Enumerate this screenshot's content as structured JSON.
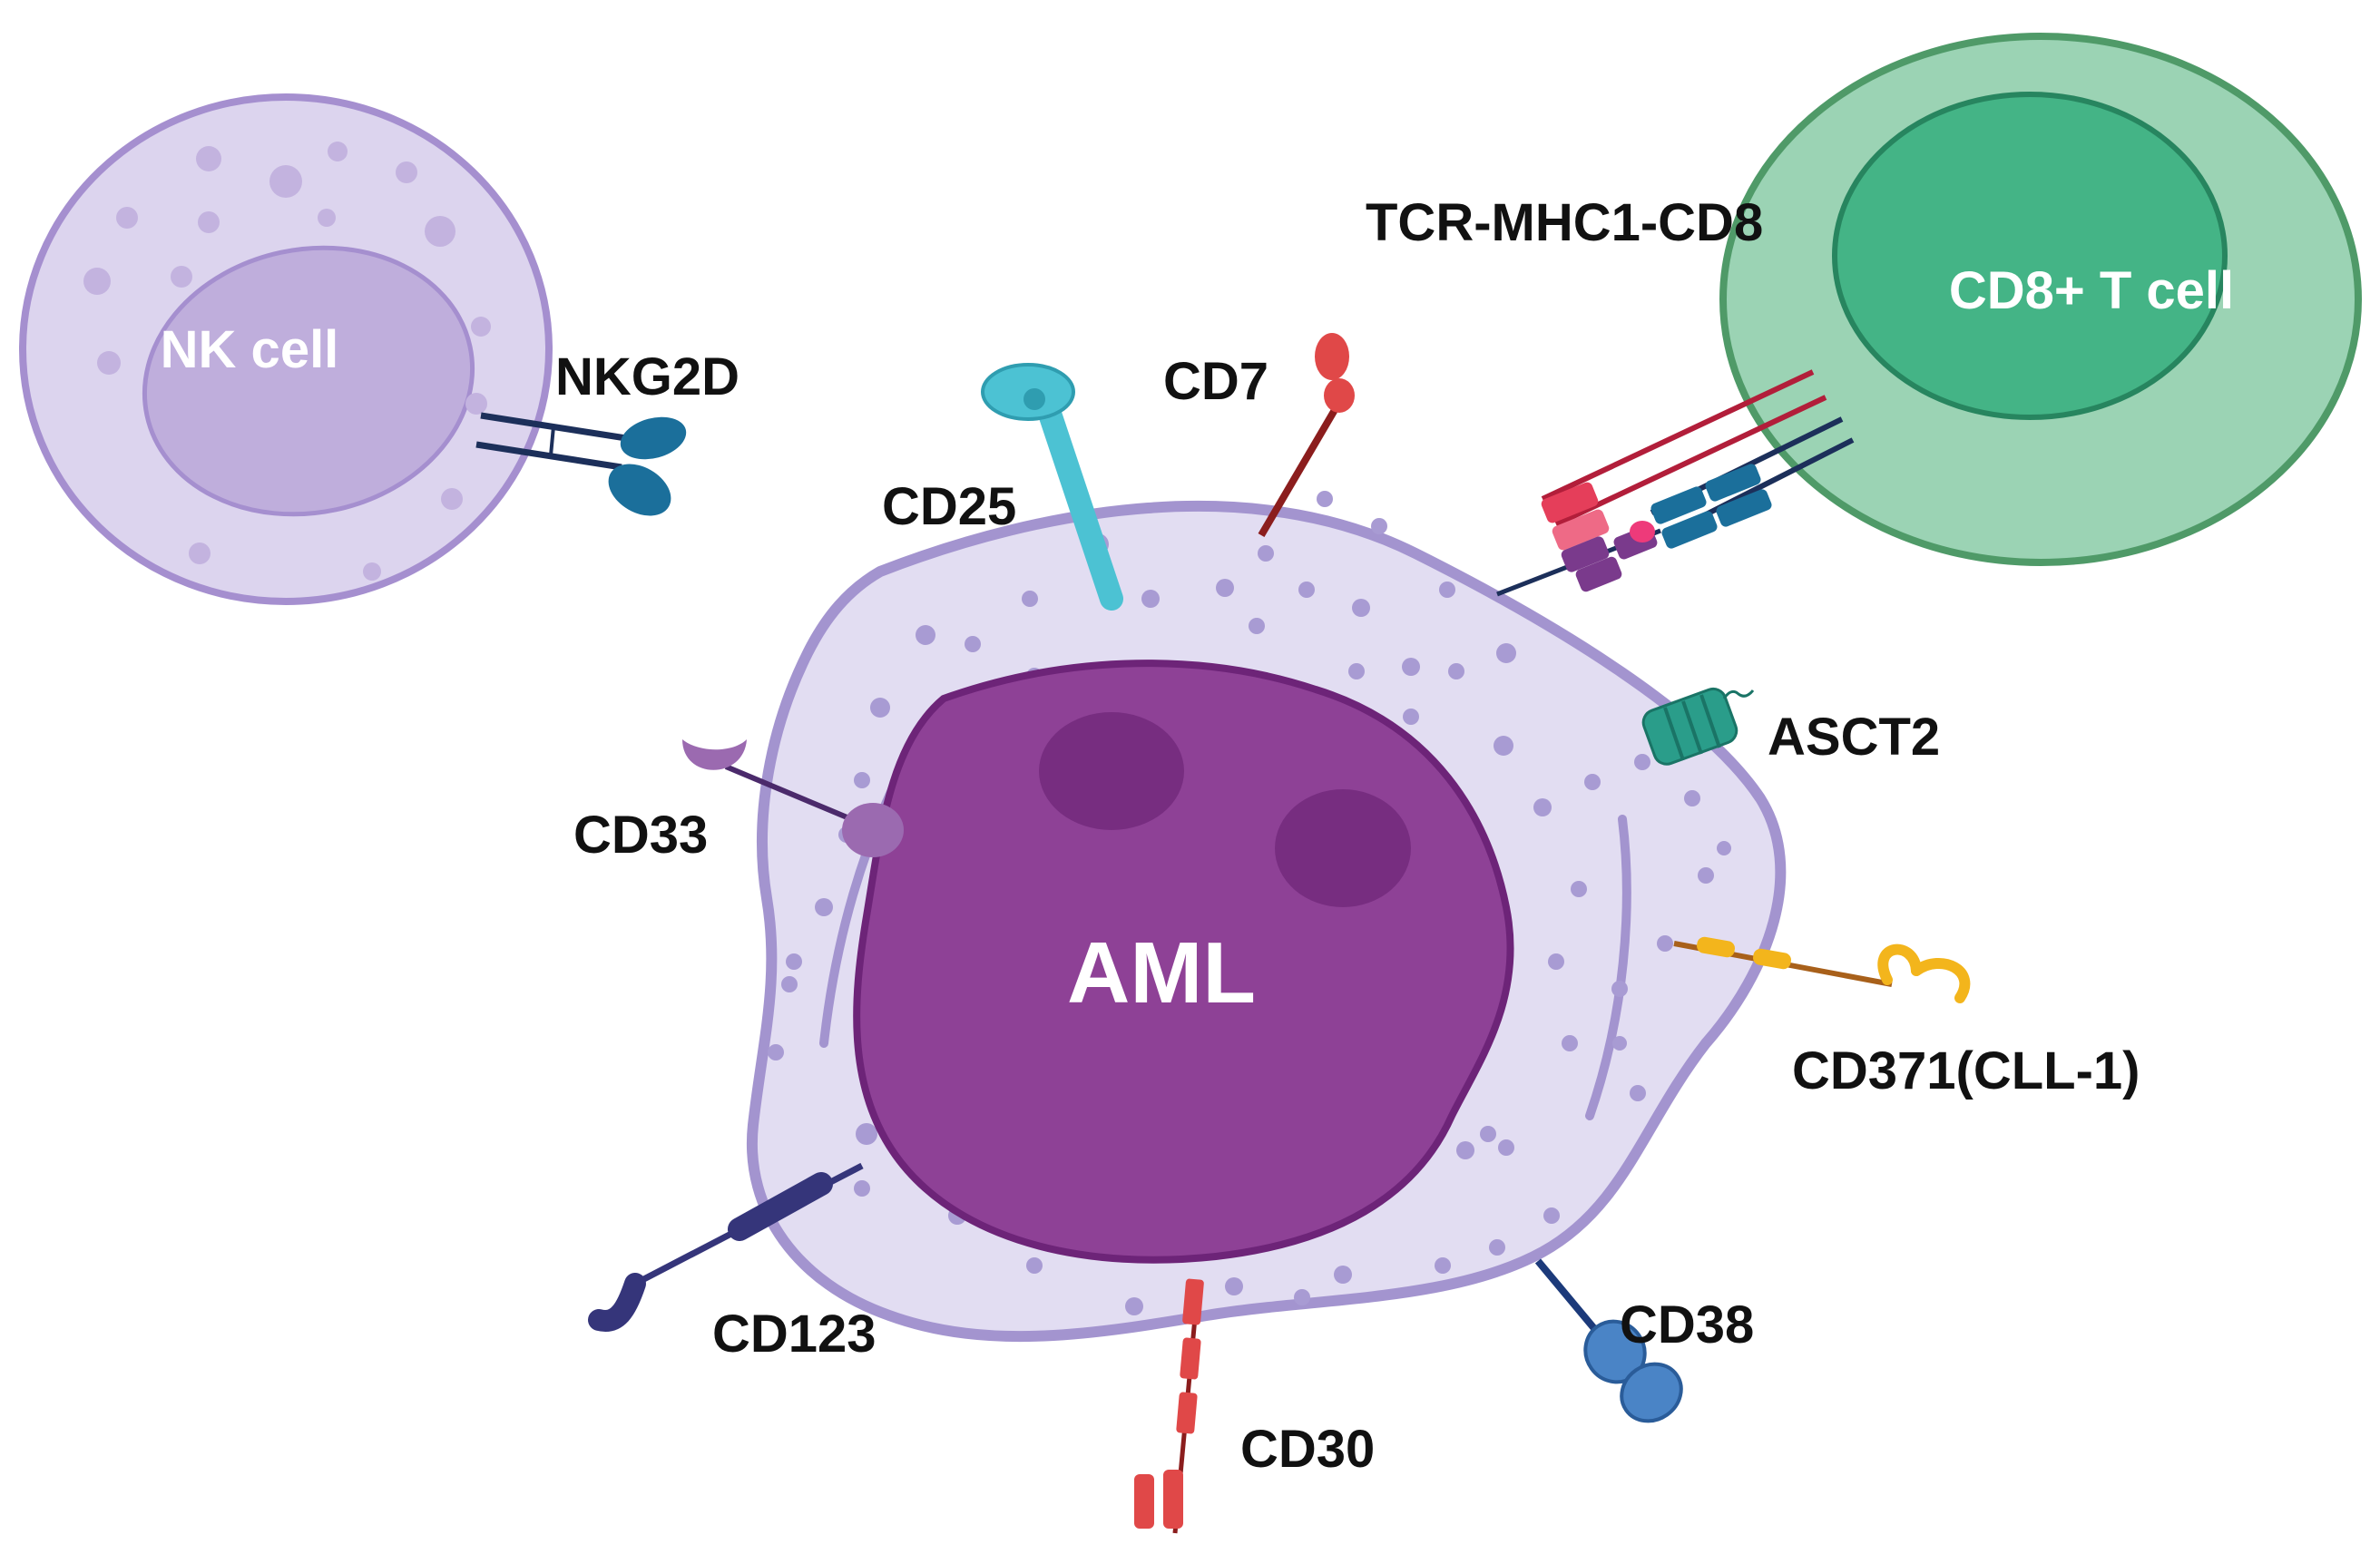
{
  "cells": {
    "aml": {
      "label": "AML"
    },
    "nk": {
      "label": "NK cell"
    },
    "t": {
      "label": "CD8+ T cell"
    }
  },
  "markers": {
    "nkg2d": "NKG2D",
    "tcr": "TCR-MHC1-CD8",
    "cd7": "CD7",
    "cd25": "CD25",
    "cd33": "CD33",
    "asct2": "ASCT2",
    "cd371": "CD371(CLL-1)",
    "cd123": "CD123",
    "cd38": "CD38",
    "cd30": "CD30"
  },
  "colors": {
    "nk_cell": "#d9d1ec",
    "aml_cytoplasm": "#e2ddf2",
    "aml_nucleus": "#8e4196",
    "t_cell": "#9bd3b4",
    "t_nucleus": "#44b486"
  }
}
